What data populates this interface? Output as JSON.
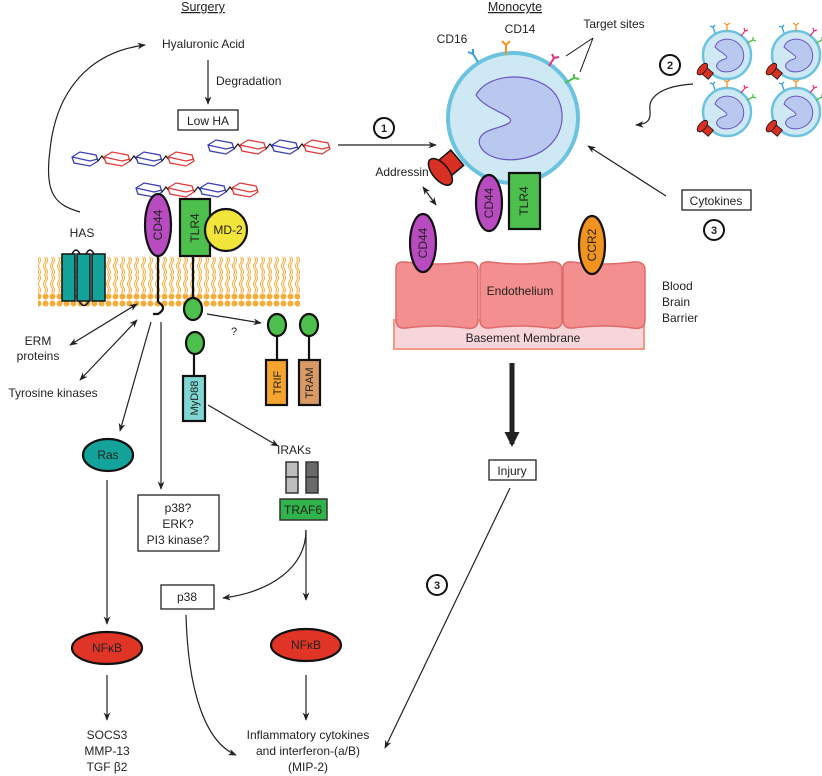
{
  "headers": {
    "surgery": "Surgery",
    "monocyte": "Monocyte"
  },
  "surgery_side": {
    "hyaluronic_acid": "Hyaluronic Acid",
    "degradation": "Degradation",
    "low_ha": "Low HA",
    "has": "HAS",
    "cd44": "CD44",
    "tlr4": "TLR4",
    "md2": "MD-2",
    "question": "?",
    "erm_line1": "ERM",
    "erm_line2": "proteins",
    "tyrosine_kinases": "Tyrosine kinases",
    "myd88": "MyD88",
    "trif": "TRIF",
    "tram": "TRAM",
    "iraks": "IRAKs",
    "traf6": "TRAF6",
    "ras": "Ras",
    "kinases_line1": "p38?",
    "kinases_line2": "ERK?",
    "kinases_line3": "PI3 kinase?",
    "p38": "p38",
    "nfkb_left": "NFκB",
    "nfkb_right": "NFκB",
    "outputs_left": [
      "SOCS3",
      "MMP-13",
      "TGF β2"
    ],
    "outputs_right": [
      "Inflammatory cytokines",
      "and interferon-(a/B)",
      "(MIP-2)"
    ]
  },
  "monocyte_side": {
    "cd16": "CD16",
    "cd14": "CD14",
    "target_sites": "Target sites",
    "addressin": "Addressin",
    "cd44_cell": "CD44",
    "tlr4_cell": "TLR4",
    "cd44_endo": "CD44",
    "ccr2": "CCR2",
    "endothelium": "Endothelium",
    "basement_membrane": "Basement Membrane",
    "bbb": [
      "Blood",
      "Brain",
      "Barrier"
    ],
    "cytokines": "Cytokines",
    "injury": "Injury"
  },
  "steps": {
    "step1": "1",
    "step2": "2",
    "step3a": "3",
    "step3b": "3"
  },
  "colors": {
    "ha_blue": "#3a3fb5",
    "ha_red": "#e03a3a",
    "cd44": "#b84bbf",
    "tlr4": "#4cbf4c",
    "md2": "#f1e43a",
    "membrane": "#f5ad3a",
    "has": "#14a39a",
    "myd88": "#7fd6d3",
    "trif": "#f5a52f",
    "tram": "#d99a63",
    "traf6": "#2fb34a",
    "ras": "#14a39a",
    "nfkb": "#e03426",
    "cell_fill": "#cfe9f4",
    "cell_border": "#6cc3e0",
    "nucleus": "#b9c8ee",
    "nucleus_border": "#6a55c0",
    "addressin": "#d93024",
    "ccr2": "#f1931f",
    "endothelium": "#f48f8f",
    "basement": "#f6d6da"
  }
}
